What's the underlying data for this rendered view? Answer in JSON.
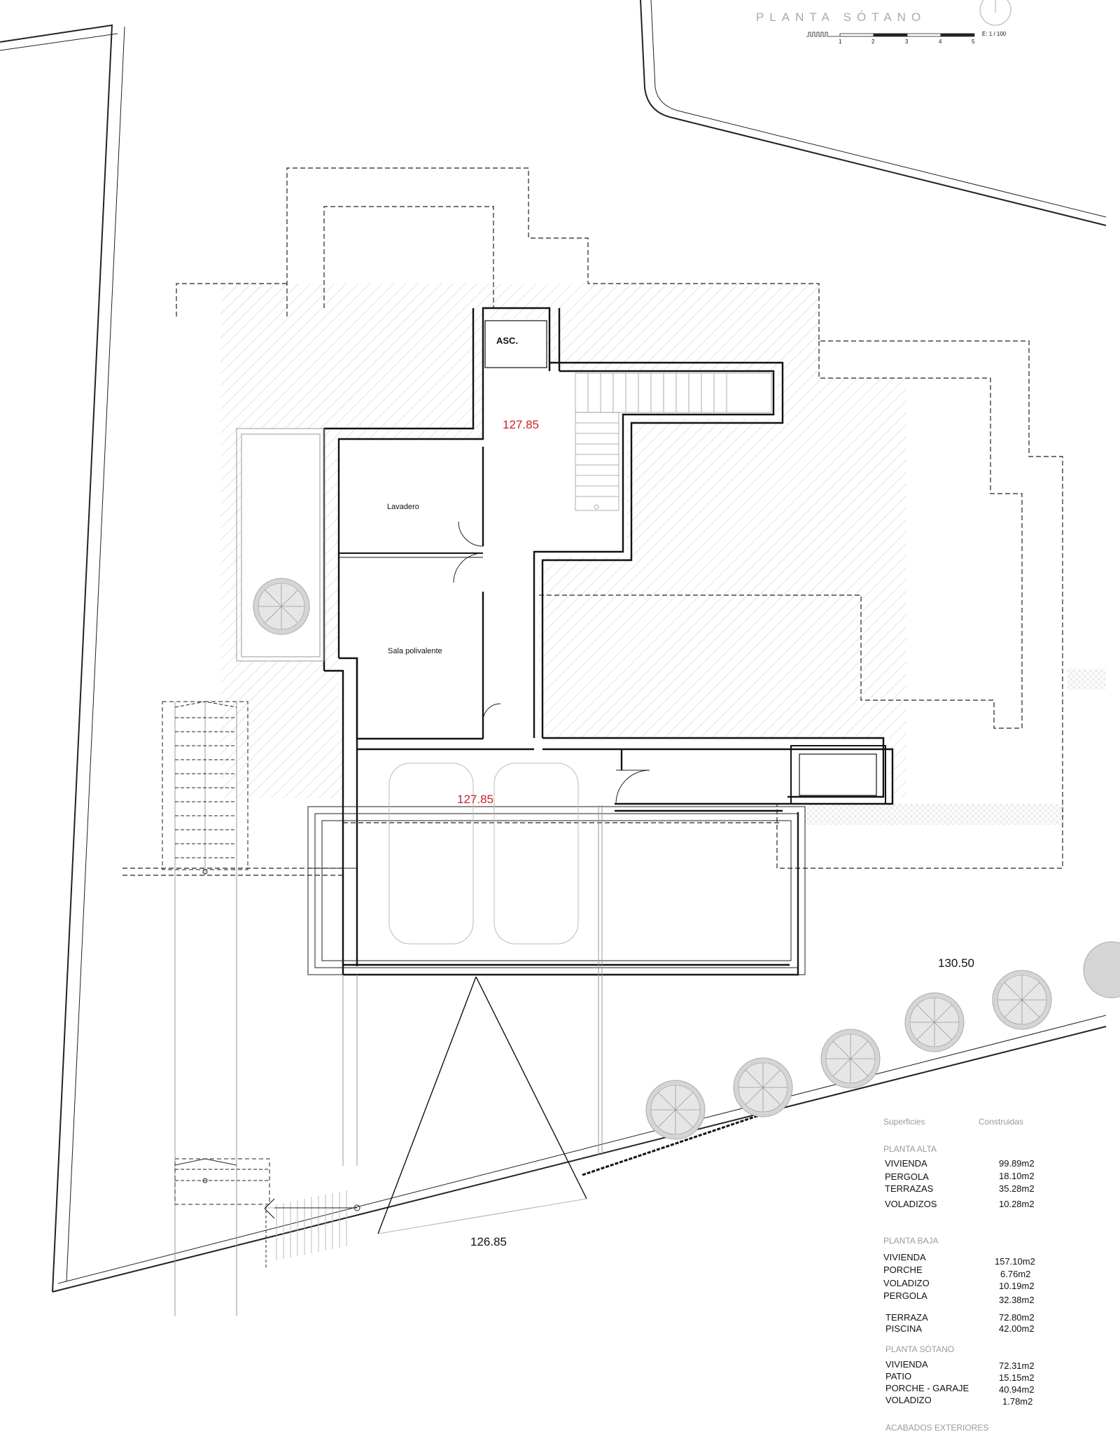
{
  "title": "PLANTA SÓTANO",
  "scale": {
    "label": "E: 1 / 100",
    "ticks": [
      "1",
      "2",
      "3",
      "4",
      "5"
    ]
  },
  "rooms": {
    "elevator": "ASC.",
    "laundry": "Lavadero",
    "multipurpose": "Sala polivalente"
  },
  "levels": {
    "hall": "127.85",
    "garage": "127.85",
    "north": "130.50",
    "south": "126.85"
  },
  "surfaces": {
    "header_left": "Superficies",
    "header_right": "Construidas",
    "sections": [
      {
        "title": "PLANTA ALTA",
        "items": [
          {
            "name": "VIVIENDA",
            "value": "99.89m2"
          },
          {
            "name": "PERGOLA",
            "value": "18.10m2"
          },
          {
            "name": "TERRAZAS",
            "value": "35.28m2"
          },
          {
            "name": "VOLADIZOS",
            "value": "10.28m2"
          }
        ]
      },
      {
        "title": "PLANTA BAJA",
        "items": [
          {
            "name": "VIVIENDA",
            "value": "157.10m2"
          },
          {
            "name": "PORCHE",
            "value": "6.76m2"
          },
          {
            "name": "VOLADIZO",
            "value": "10.19m2"
          },
          {
            "name": "PERGOLA",
            "value": "32.38m2"
          },
          {
            "name": "TERRAZA",
            "value": "72.80m2"
          },
          {
            "name": "PISCINA",
            "value": "42.00m2"
          }
        ]
      },
      {
        "title": "PLANTA SÓTANO",
        "items": [
          {
            "name": "VIVIENDA",
            "value": "72.31m2"
          },
          {
            "name": "PATIO",
            "value": "15.15m2"
          },
          {
            "name": "PORCHE - GARAJE",
            "value": "40.94m2"
          },
          {
            "name": "VOLADIZO",
            "value": "1.78m2"
          }
        ]
      }
    ],
    "footer": "ACABADOS EXTERIORES"
  }
}
